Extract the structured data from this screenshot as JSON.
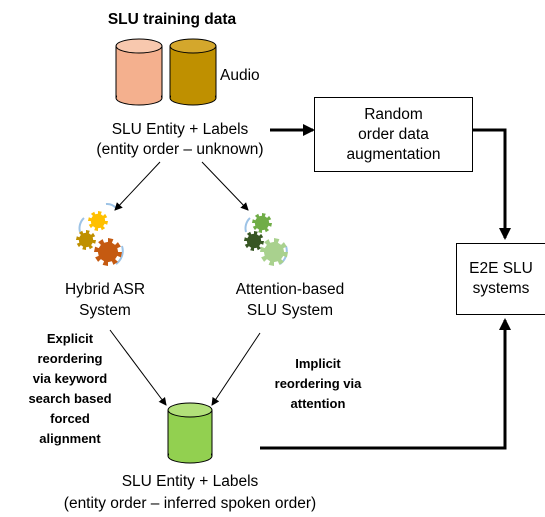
{
  "title": "SLU training data",
  "audio_label": "Audio",
  "top_labels": {
    "line1": "SLU Entity + Labels",
    "line2": "(entity order – unknown)"
  },
  "augmentation_box": "Random\norder data\naugmentation",
  "e2e_box": "E2E SLU\nsystems",
  "hybrid": {
    "line1": "Hybrid ASR",
    "line2": "System"
  },
  "attention": {
    "line1": "Attention-based",
    "line2": "SLU System"
  },
  "explicit_note": [
    "Explicit",
    "reordering",
    "via keyword",
    "search based",
    "forced",
    "alignment"
  ],
  "implicit_note": [
    "Implicit",
    "reordering via",
    "attention"
  ],
  "bottom_labels": {
    "line1": "SLU Entity + Labels",
    "line2": "(entity order – inferred spoken order)"
  },
  "colors": {
    "cyl_salmon": "#f4b08e",
    "cyl_gold": "#bf9000",
    "cyl_green": "#92d050",
    "gear_yellow": "#ffc000",
    "gear_olive": "#bf9000",
    "gear_orange": "#c55a11",
    "gear_green": "#70ad47",
    "gear_darkgreen": "#375623",
    "gear_lightgreen": "#a9d18e"
  }
}
